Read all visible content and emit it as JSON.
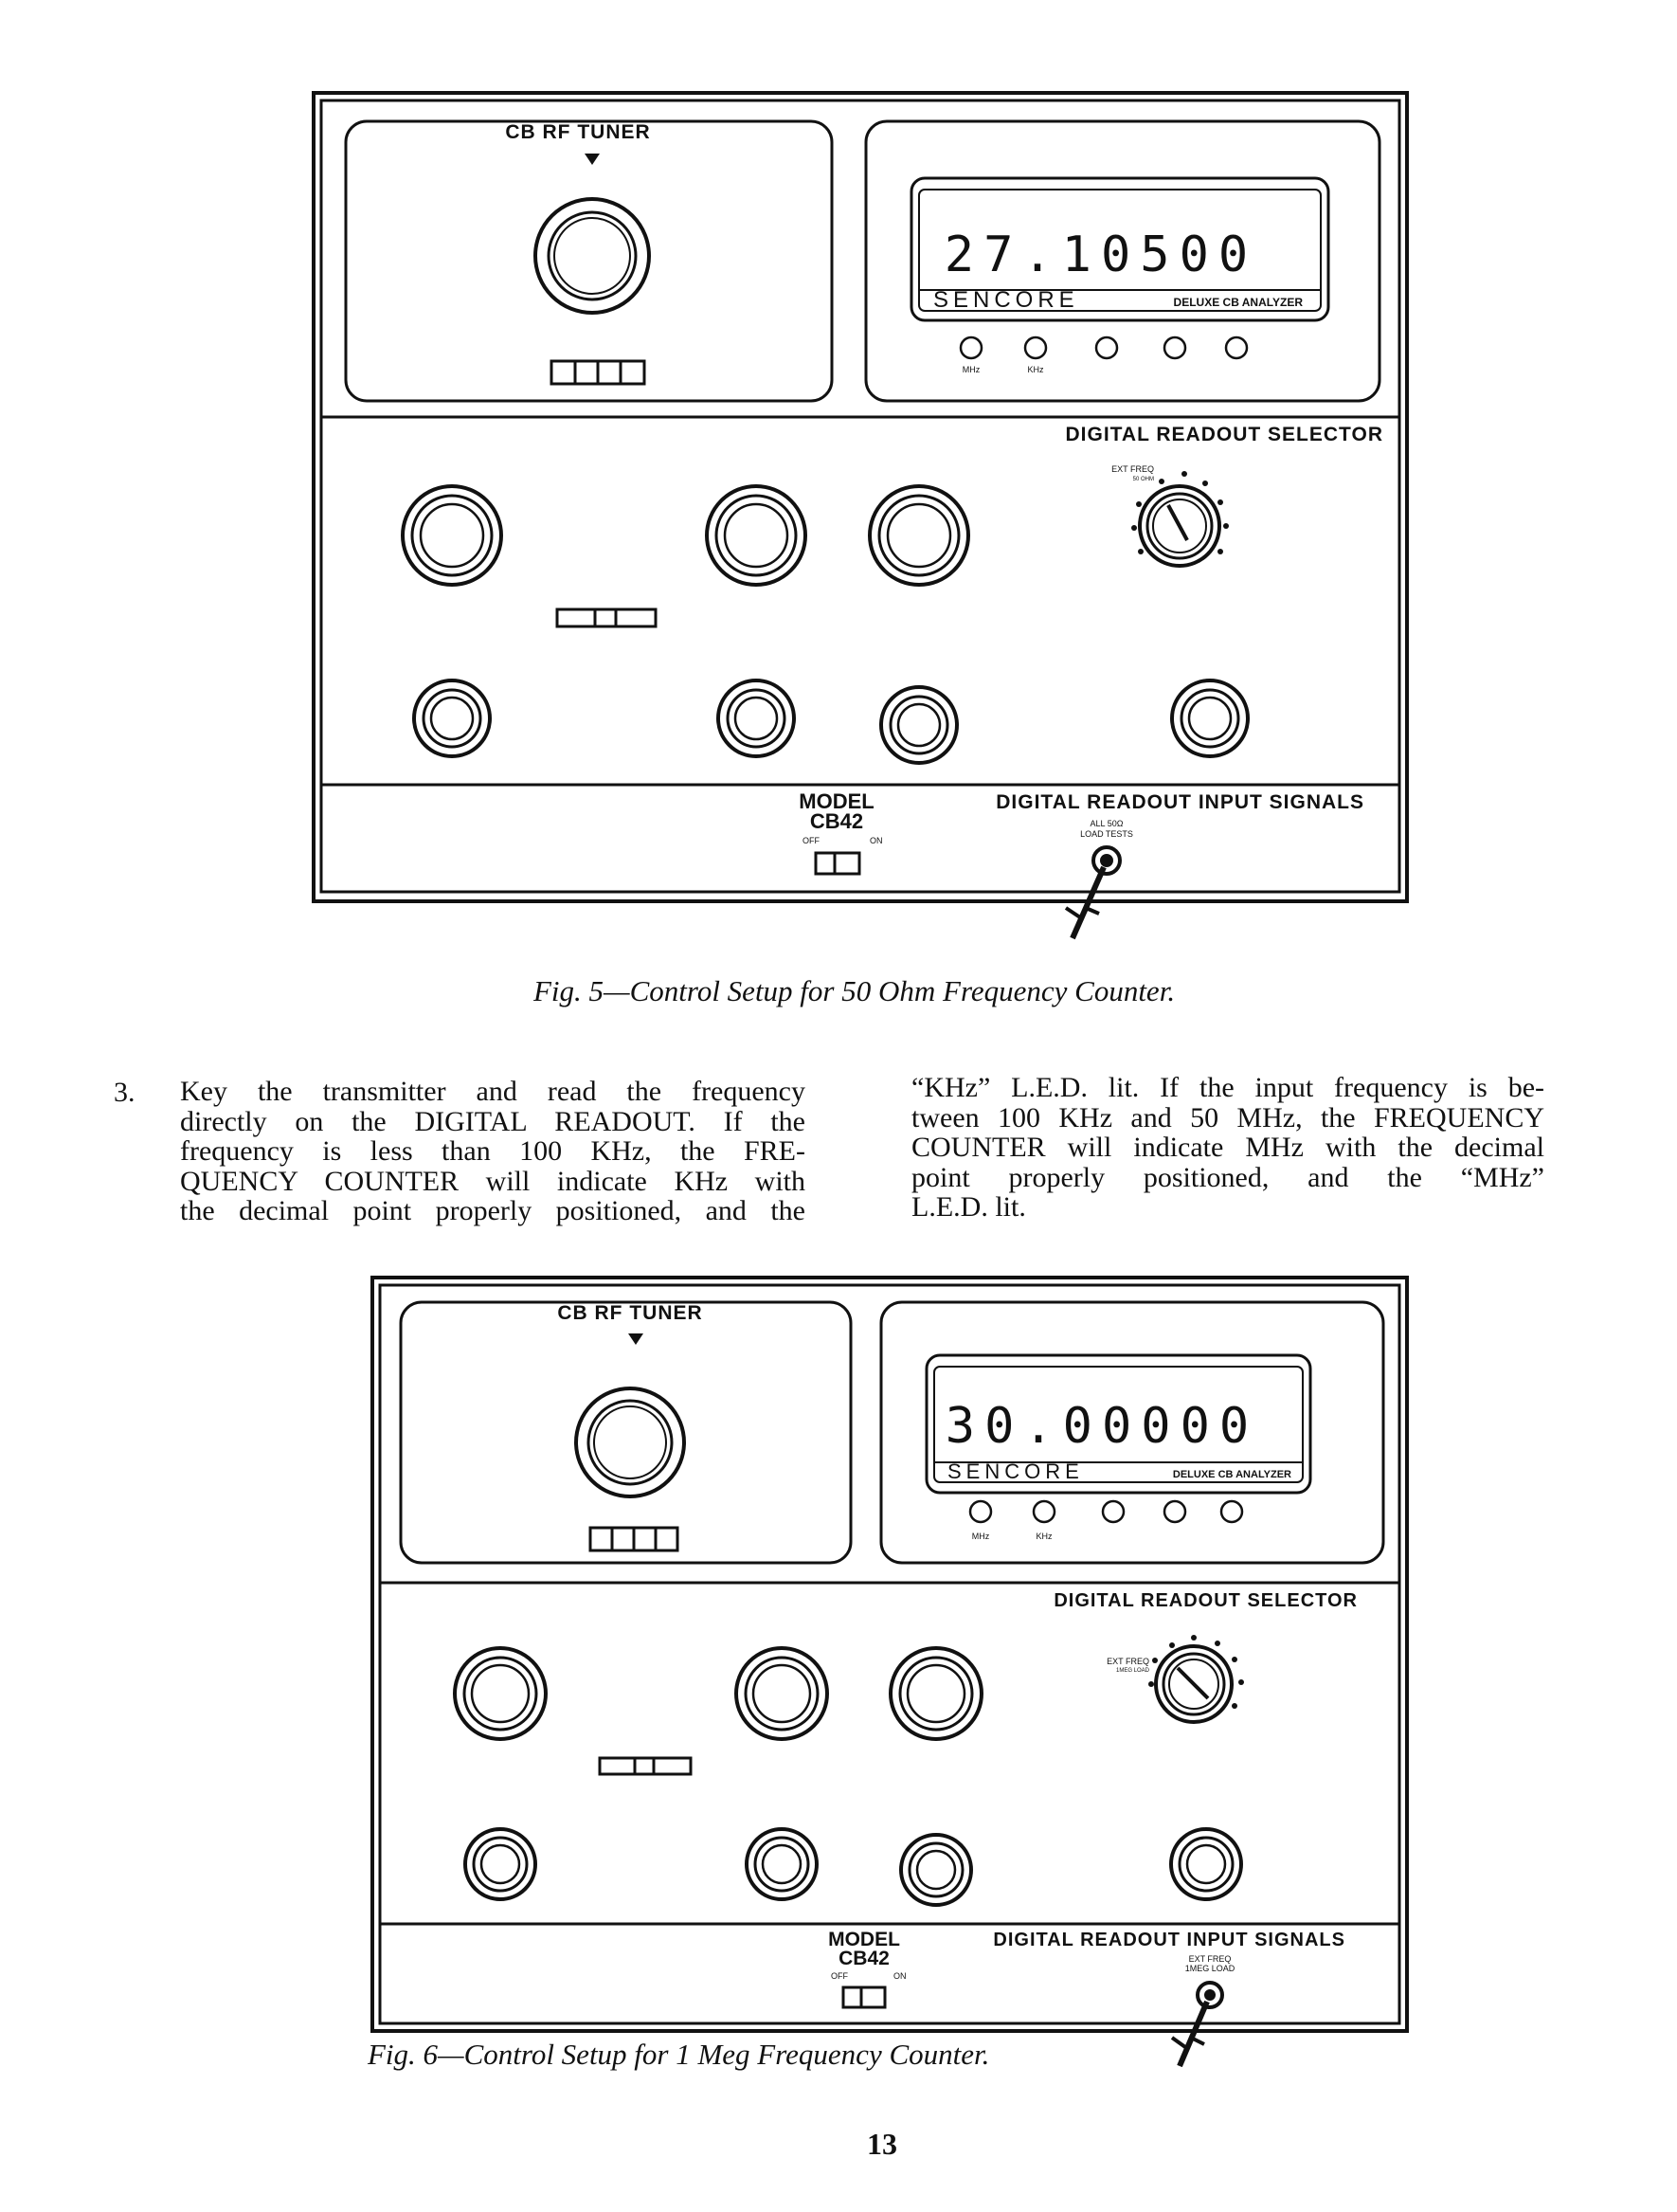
{
  "figure1": {
    "tuner_label": "CB RF TUNER",
    "display_value": "27.10500",
    "brand": "SENCORE",
    "brand_sub": "DELUXE CB ANALYZER",
    "led_labels": [
      "MHz",
      "KHz"
    ],
    "selector_label": "DIGITAL READOUT SELECTOR",
    "selector_position": "EXT FREQ",
    "selector_position_sub": "50 OHM",
    "model_label": "MODEL",
    "model_number": "CB42",
    "switch_off": "OFF",
    "switch_on": "ON",
    "input_label": "DIGITAL READOUT INPUT SIGNALS",
    "jack_label_1": "ALL 50Ω",
    "jack_label_2": "LOAD TESTS",
    "caption": "Fig. 5—Control Setup for 50 Ohm Frequency Counter."
  },
  "step": {
    "number": "3.",
    "col1_lines": [
      "Key the transmitter and read the frequency",
      "directly on the DIGITAL READOUT. If the",
      "frequency is less than 100 KHz, the FRE-",
      "QUENCY COUNTER will indicate KHz with",
      "the decimal point properly positioned, and the"
    ],
    "col2_lines": [
      "“KHz” L.E.D. lit. If the input frequency is be-",
      "tween 100 KHz and 50 MHz, the FREQUENCY",
      "COUNTER will indicate MHz with the decimal",
      "point properly positioned, and the “MHz”",
      "L.E.D. lit."
    ]
  },
  "figure2": {
    "tuner_label": "CB RF TUNER",
    "display_value": "30.00000",
    "brand": "SENCORE",
    "brand_sub": "DELUXE CB ANALYZER",
    "led_labels": [
      "MHz",
      "KHz"
    ],
    "selector_label": "DIGITAL READOUT SELECTOR",
    "selector_position": "EXT FREQ",
    "selector_position_sub": "1MEG LOAD",
    "model_label": "MODEL",
    "model_number": "CB42",
    "switch_off": "OFF",
    "switch_on": "ON",
    "input_label": "DIGITAL READOUT INPUT SIGNALS",
    "jack_label_1": "EXT FREQ",
    "jack_label_2": "1MEG LOAD",
    "caption": "Fig. 6—Control Setup for 1 Meg Frequency Counter."
  },
  "page_number": "13"
}
